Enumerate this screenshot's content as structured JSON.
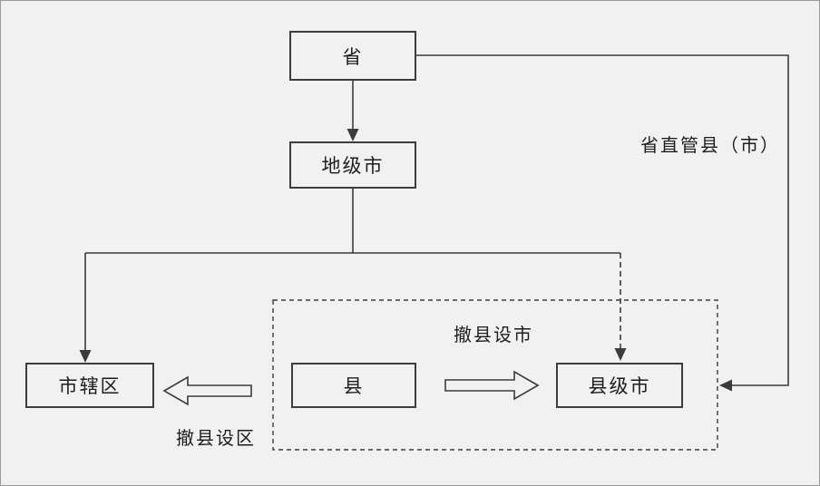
{
  "diagram": {
    "title_hint": "administrative-division-reform-flow",
    "nodes": {
      "province": {
        "label": "省"
      },
      "prefecture_city": {
        "label": "地级市"
      },
      "municipal_district": {
        "label": "市辖区"
      },
      "county": {
        "label": "县"
      },
      "county_level_city": {
        "label": "县级市"
      }
    },
    "edge_labels": {
      "county_to_city": "撤县设市",
      "county_to_district": "撤县设区",
      "province_direct": "省直管县（市）"
    },
    "colors": {
      "line": "#3c3c3c",
      "background": "#f1f1f1"
    }
  }
}
